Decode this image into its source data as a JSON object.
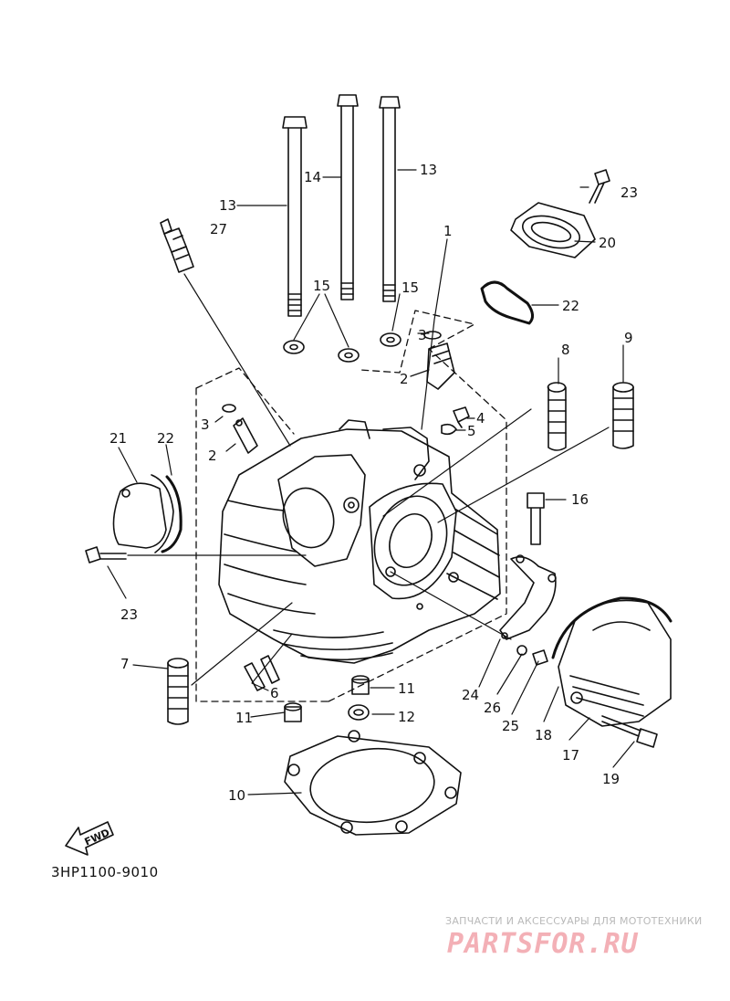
{
  "diagram": {
    "part_numbers": [
      "1",
      "2",
      "2",
      "3",
      "3",
      "4",
      "5",
      "6",
      "7",
      "8",
      "9",
      "10",
      "11",
      "11",
      "12",
      "13",
      "13",
      "14",
      "15",
      "15",
      "16",
      "17",
      "18",
      "19",
      "20",
      "21",
      "22",
      "22",
      "23",
      "23",
      "24",
      "25",
      "26",
      "27"
    ],
    "fwd_arrow": "FWD",
    "drawing_code": "3HP1100-9010"
  },
  "watermark": {
    "caption": "ЗАПЧАСТИ И АКСЕССУАРЫ ДЛЯ МОТОТЕХНИКИ",
    "brand": "PARTSFOR.RU"
  },
  "colors": {
    "line": "#111111",
    "watermark_brand": "#f3b0b6",
    "watermark_caption": "#b9b9b9"
  }
}
